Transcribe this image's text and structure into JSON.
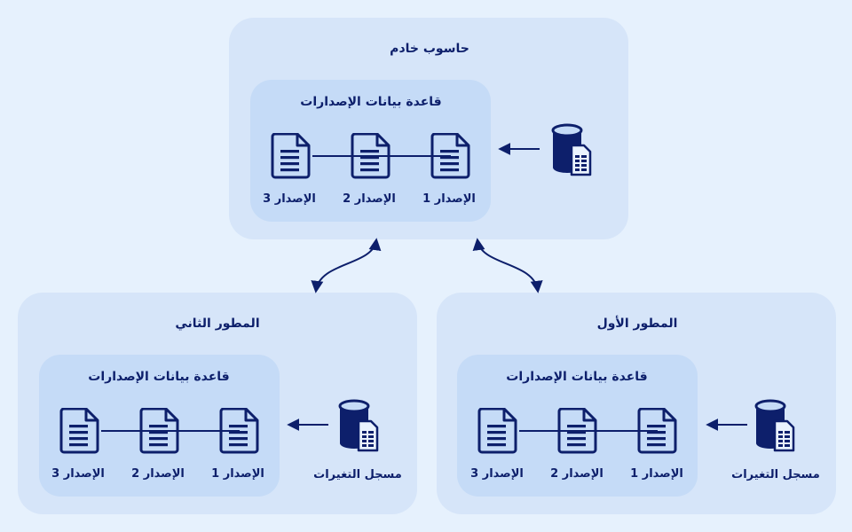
{
  "server": {
    "title": "حاسوب خادم",
    "database_title": "قاعدة بيانات الإصدارات",
    "versions": [
      "الإصدار 1",
      "الإصدار 2",
      "الإصدار 3"
    ]
  },
  "developer_one": {
    "title": "المطور الأول",
    "database_title": "قاعدة بيانات الإصدارات",
    "versions": [
      "الإصدار 1",
      "الإصدار 2",
      "الإصدار 3"
    ],
    "changelog_label": "مسجل التغيرات"
  },
  "developer_two": {
    "title": "المطور الثاني",
    "database_title": "قاعدة بيانات الإصدارات",
    "versions": [
      "الإصدار 1",
      "الإصدار 2",
      "الإصدار 3"
    ],
    "changelog_label": "مسجل التغيرات"
  },
  "colors": {
    "background": "#e6f1fd",
    "panel": "#d6e5f9",
    "database_box": "#c5dbf7",
    "icon": "#0d1f6b"
  },
  "icons": {
    "document": "document-icon",
    "repository": "database-document-icon",
    "arrow": "arrow-left-icon",
    "sync": "double-arrow-icon"
  }
}
